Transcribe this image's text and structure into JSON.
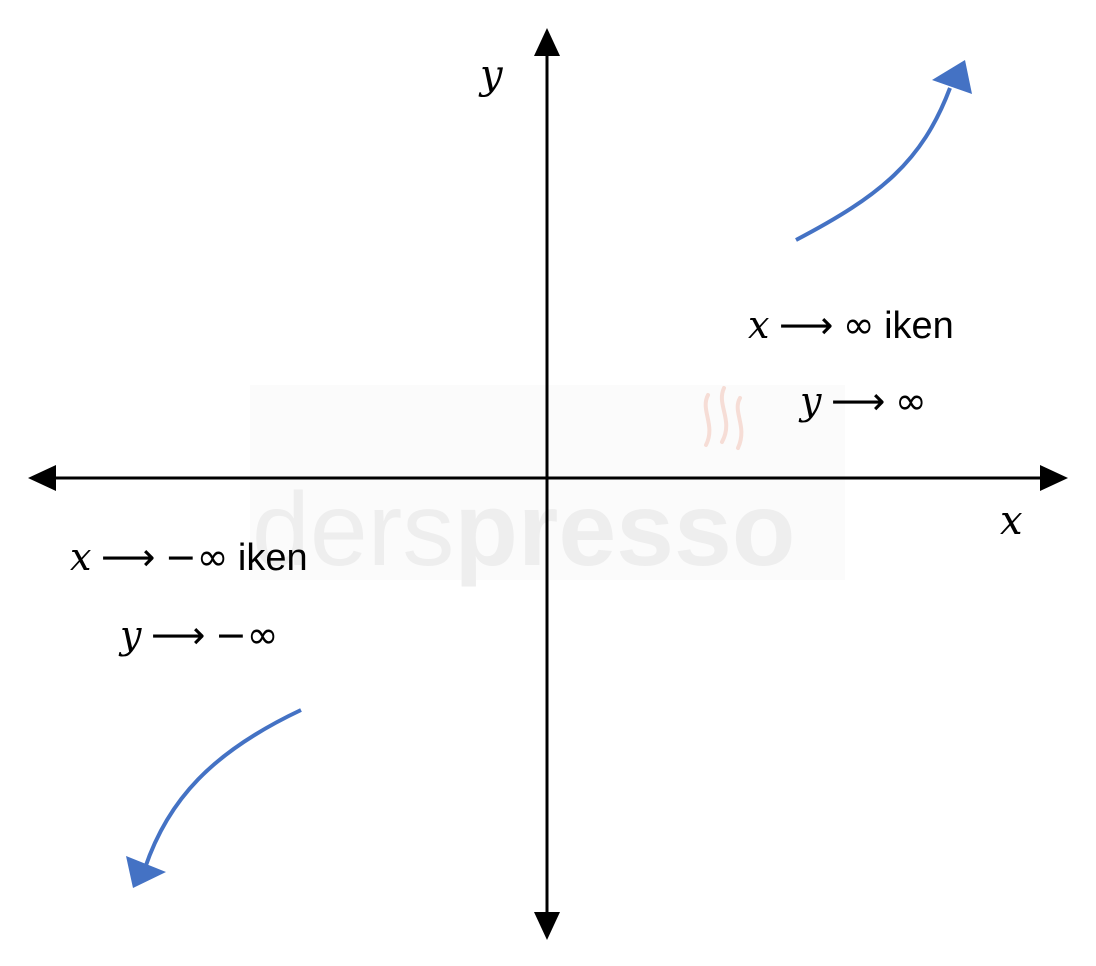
{
  "axes": {
    "x_label": "x",
    "y_label": "y"
  },
  "watermark": {
    "text_light": "ders",
    "text_bold": "presso"
  },
  "annotations": {
    "right": {
      "line1_var": "x",
      "line1_arrow": "⟶",
      "line1_limit": "∞",
      "line1_word": "iken",
      "line2_var": "y",
      "line2_arrow": "⟶",
      "line2_limit": "∞"
    },
    "left": {
      "line1_var": "x",
      "line1_arrow": "⟶",
      "line1_limit": "−∞",
      "line1_word": "iken",
      "line2_var": "y",
      "line2_arrow": "⟶",
      "line2_limit": "−∞"
    }
  },
  "colors": {
    "axis": "#000000",
    "trend_arrow": "#4472C4",
    "watermark": "#eeeeee",
    "watermark_steam": "#f6ddd6"
  }
}
